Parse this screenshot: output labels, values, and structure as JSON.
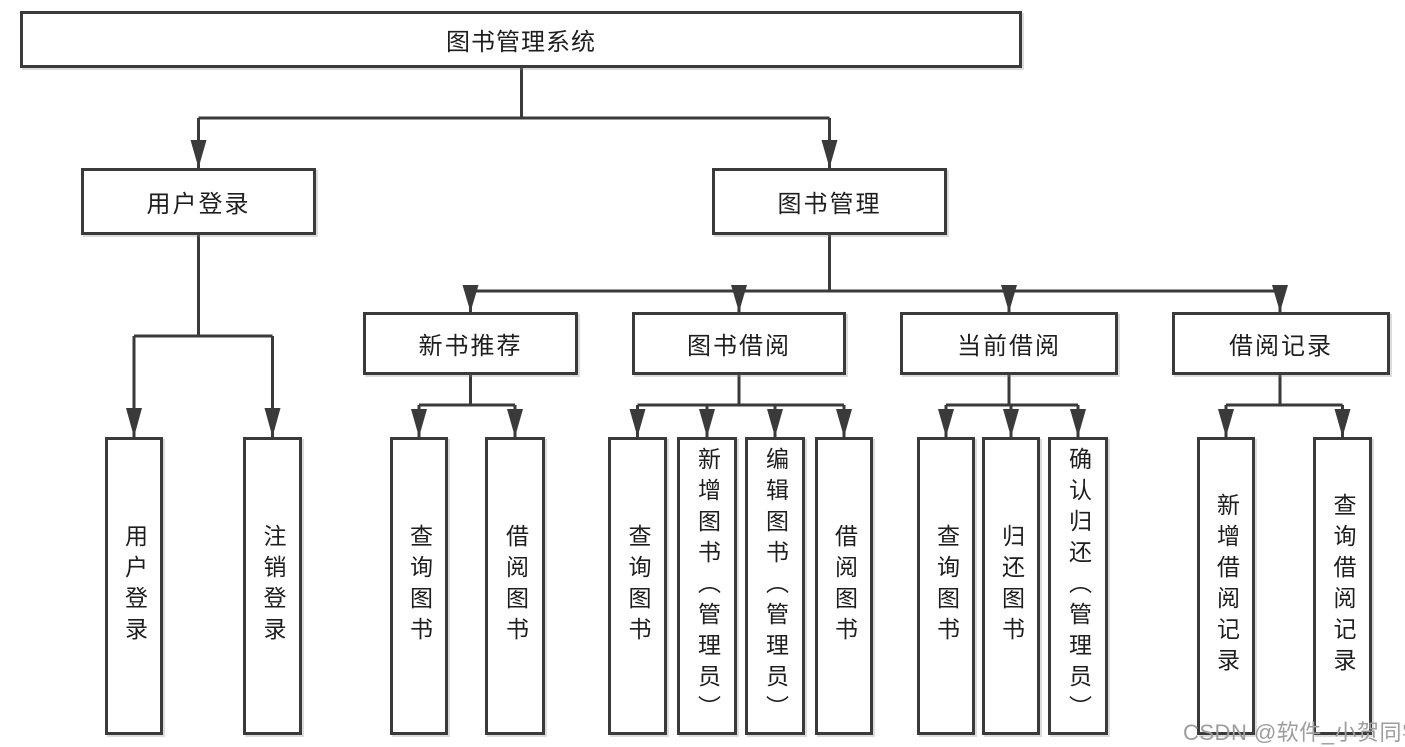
{
  "diagram": {
    "title": "图书管理系统",
    "root": {
      "label": "图书管理系统"
    },
    "level2": [
      {
        "label": "用户登录"
      },
      {
        "label": "图书管理"
      }
    ],
    "level3": [
      {
        "label": "新书推荐",
        "parent": "图书管理"
      },
      {
        "label": "图书借阅",
        "parent": "图书管理"
      },
      {
        "label": "当前借阅",
        "parent": "图书管理"
      },
      {
        "label": "借阅记录",
        "parent": "图书管理"
      }
    ],
    "leaves": [
      {
        "label": "用户登录",
        "parent": "用户登录"
      },
      {
        "label": "注销登录",
        "parent": "用户登录"
      },
      {
        "label": "查询图书",
        "parent": "新书推荐"
      },
      {
        "label": "借阅图书",
        "parent": "新书推荐"
      },
      {
        "label": "查询图书",
        "parent": "图书借阅"
      },
      {
        "label": "新增图书（管理员）",
        "parent": "图书借阅"
      },
      {
        "label": "编辑图书（管理员）",
        "parent": "图书借阅"
      },
      {
        "label": "借阅图书",
        "parent": "图书借阅"
      },
      {
        "label": "查询图书",
        "parent": "当前借阅"
      },
      {
        "label": "归还图书",
        "parent": "当前借阅"
      },
      {
        "label": "确认归还（管理员）",
        "parent": "当前借阅"
      },
      {
        "label": "新增借阅记录",
        "parent": "借阅记录"
      },
      {
        "label": "查询借阅记录",
        "parent": "借阅记录"
      }
    ],
    "colors": {
      "line": "#3a3a3a",
      "text": "#1e1e1e",
      "watermark_text": "#9d9d9d",
      "background": "#ffffff"
    }
  },
  "watermark": "CSDN @软件_小贺同学"
}
